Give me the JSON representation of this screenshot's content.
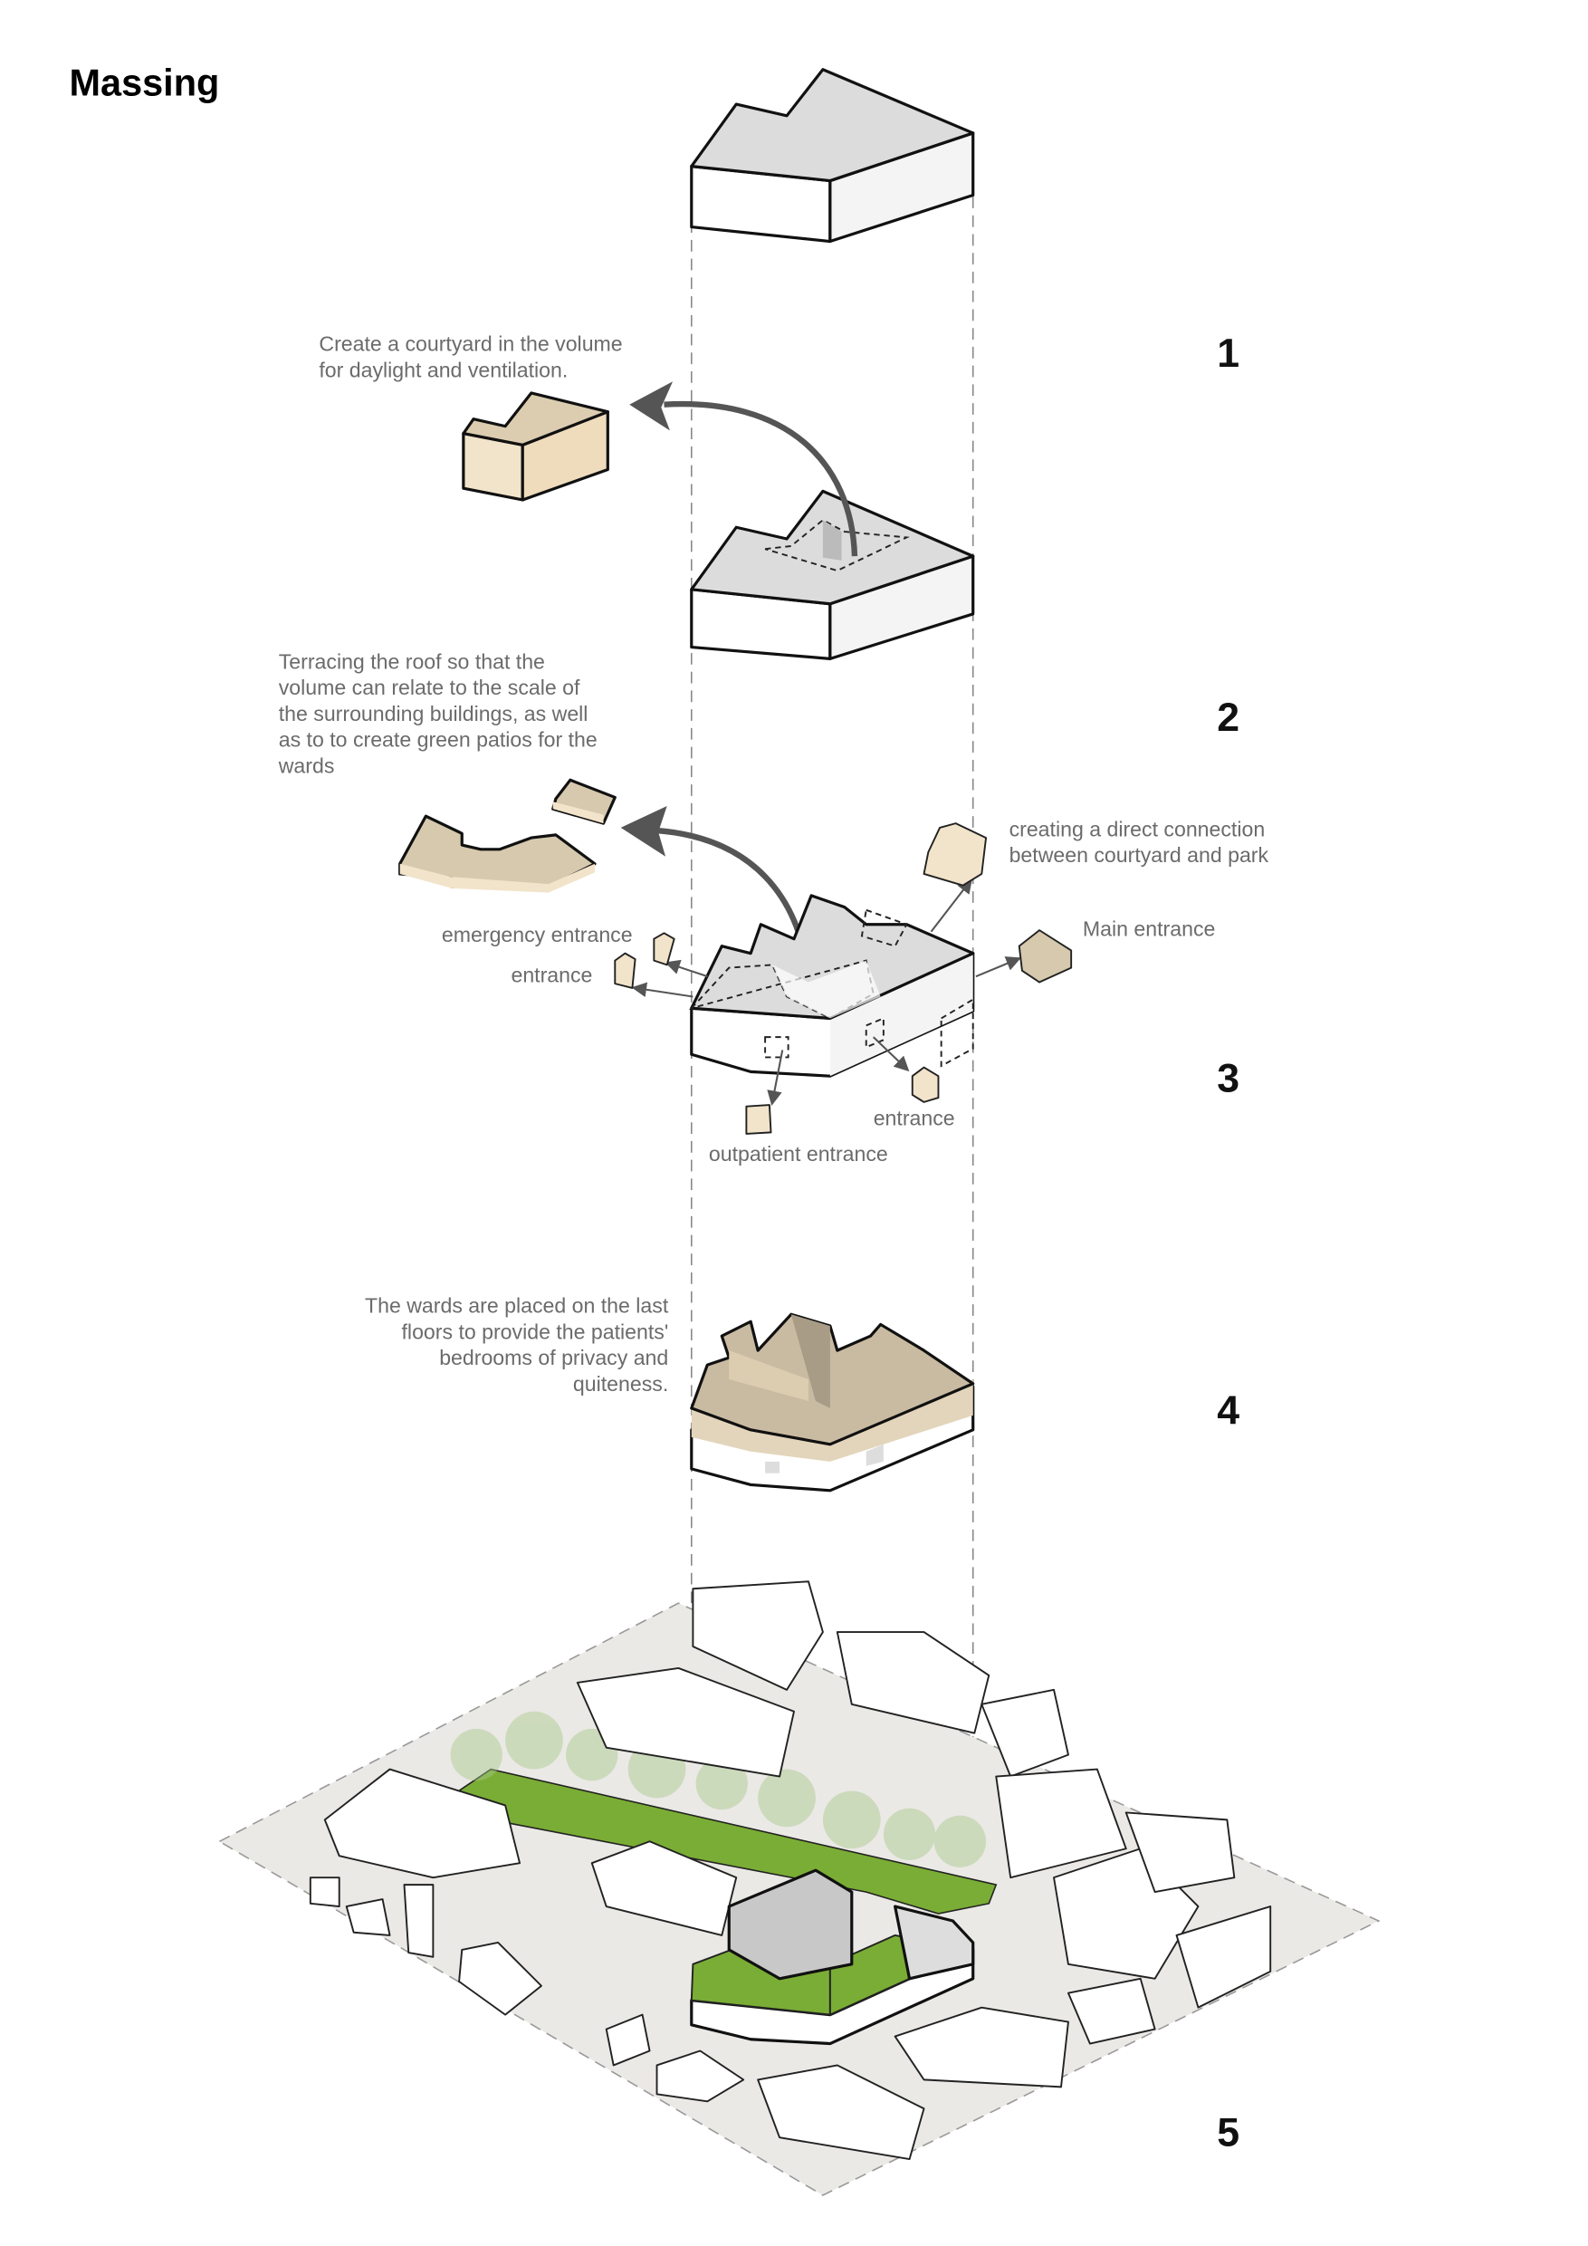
{
  "title": "Massing",
  "steps": [
    {
      "number": "1",
      "note": [
        "Create a courtyard in the volume",
        "for daylight and ventilation."
      ]
    },
    {
      "number": "2",
      "note": [
        "Terracing the roof so that the",
        "volume can relate to the scale of",
        "the surrounding buildings, as well",
        "as to to create green patios for the",
        "wards"
      ]
    },
    {
      "number": "3",
      "labels": {
        "emergency": "emergency entrance",
        "entrance_left": "entrance",
        "connection": [
          "creating a direct connection",
          "between courtyard and park"
        ],
        "main": "Main entrance",
        "entrance_right": "entrance",
        "outpatient": "outpatient entrance"
      }
    },
    {
      "number": "4",
      "note": [
        "The wards are placed on the last",
        "floors to provide the patients'",
        "bedrooms of privacy and",
        "quiteness."
      ]
    },
    {
      "number": "5"
    }
  ],
  "colors": {
    "massing": "#ffffff",
    "roof": "#dcdcdc",
    "cream": "#f0e2c8",
    "tan": "#d3c6ad",
    "green": "#7aad35",
    "arrow": "#555555",
    "ground": "#ebe9e6"
  }
}
